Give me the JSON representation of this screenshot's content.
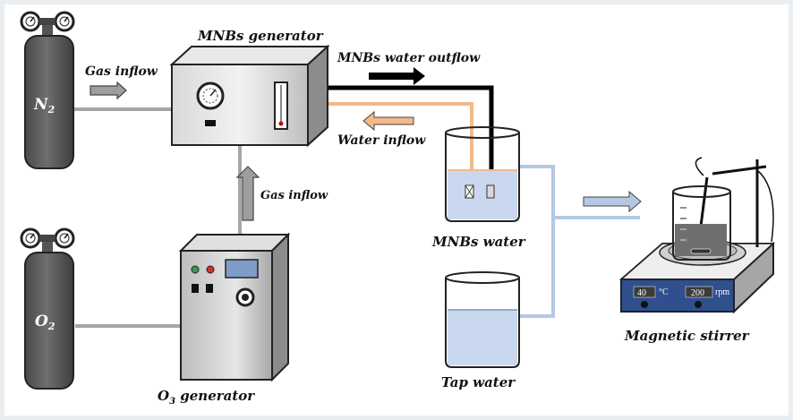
{
  "labels": {
    "mnbs_generator": "MNBs generator",
    "gas_inflow_top": "Gas inflow",
    "mnbs_outflow": "MNBs water outflow",
    "water_inflow": "Water inflow",
    "gas_inflow_vertical": "Gas inflow",
    "mnbs_water": "MNBs water",
    "tap_water": "Tap water",
    "o3_generator_prefix": "O",
    "o3_generator_sub": "3",
    "o3_generator_suffix": " generator",
    "magnetic_stirrer": "Magnetic stirrer"
  },
  "cylinders": {
    "n2": {
      "symbol": "N",
      "sub": "2"
    },
    "o2": {
      "symbol": "O",
      "sub": "2"
    }
  },
  "stirrer": {
    "temperature": "40",
    "temperature_unit": "°C",
    "speed": "200",
    "speed_unit": "rpm"
  },
  "colors": {
    "gas_line": "#a6a6a6",
    "water_in_line": "#f2b98a",
    "outflow_line": "#000000",
    "water_line": "#b4c8e4",
    "cylinder": "#595959",
    "stirrer_panel": "#2f4f8f"
  },
  "icons": [
    "pressure-gauge-icon",
    "flowmeter-icon",
    "arrow-right-icon",
    "arrow-left-icon",
    "arrow-up-icon"
  ]
}
